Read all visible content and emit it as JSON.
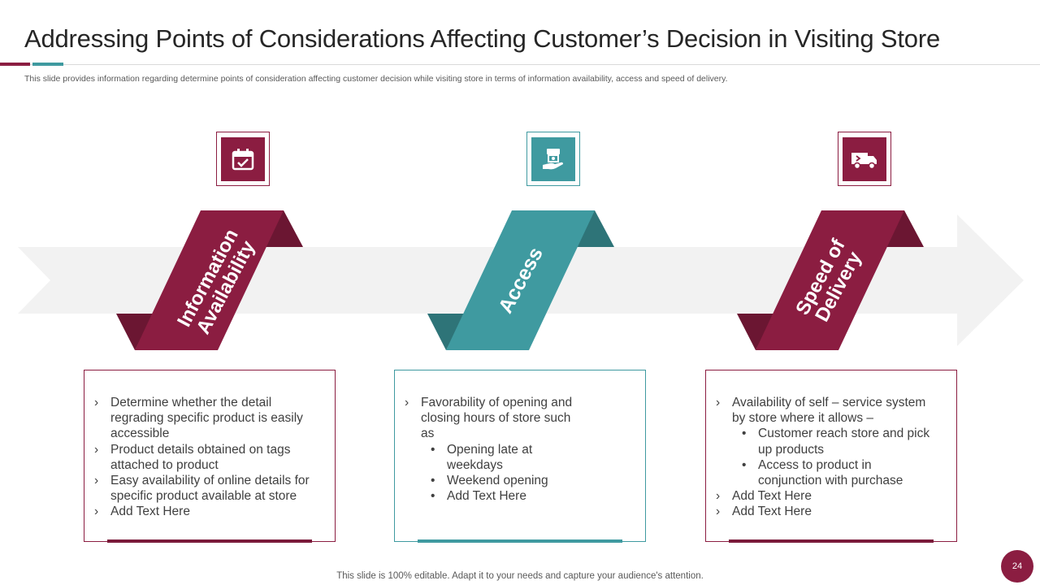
{
  "slide": {
    "title": "Addressing Points of Considerations Affecting Customer’s Decision in Visiting Store",
    "subtitle": "This slide provides information regarding determine points of consideration affecting customer decision while visiting store in terms of information availability, access and speed of delivery.",
    "footer": "This slide is 100% editable. Adapt it to your needs and capture your audience's attention.",
    "page_number": "24"
  },
  "colors": {
    "maroon": "#8b1d41",
    "maroon_dark": "#6b1632",
    "teal": "#3f9aa0",
    "teal_dark": "#2e7478",
    "arrow": "#f2f2f2"
  },
  "columns": [
    {
      "label_line1": "Information",
      "label_line2": "Availability",
      "icon": "calendar-check-icon",
      "color": "maroon",
      "items": [
        {
          "level": 1,
          "text": "Determine whether the detail regrading specific product is easily accessible"
        },
        {
          "level": 1,
          "text": "Product details obtained on tags attached to product"
        },
        {
          "level": 1,
          "text": "Easy availability of online details for specific product available at store"
        },
        {
          "level": 1,
          "text": "Add Text Here"
        }
      ]
    },
    {
      "label_line1": "Access",
      "label_line2": "",
      "icon": "store-access-icon",
      "color": "teal",
      "items": [
        {
          "level": 1,
          "text": "Favorability of opening and closing hours of store such as"
        },
        {
          "level": 2,
          "text": "Opening late at weekdays"
        },
        {
          "level": 2,
          "text": "Weekend opening"
        },
        {
          "level": 2,
          "text": "Add Text Here"
        }
      ]
    },
    {
      "label_line1": "Speed of",
      "label_line2": "Delivery",
      "icon": "delivery-truck-icon",
      "color": "maroon",
      "items": [
        {
          "level": 1,
          "text": "Availability of self – service system by store where it allows –"
        },
        {
          "level": 2,
          "text": "Customer reach store and pick up products"
        },
        {
          "level": 2,
          "text": "Access to product in conjunction with purchase"
        },
        {
          "level": 1,
          "text": "Add Text Here"
        },
        {
          "level": 1,
          "text": "Add Text Here"
        }
      ]
    }
  ]
}
